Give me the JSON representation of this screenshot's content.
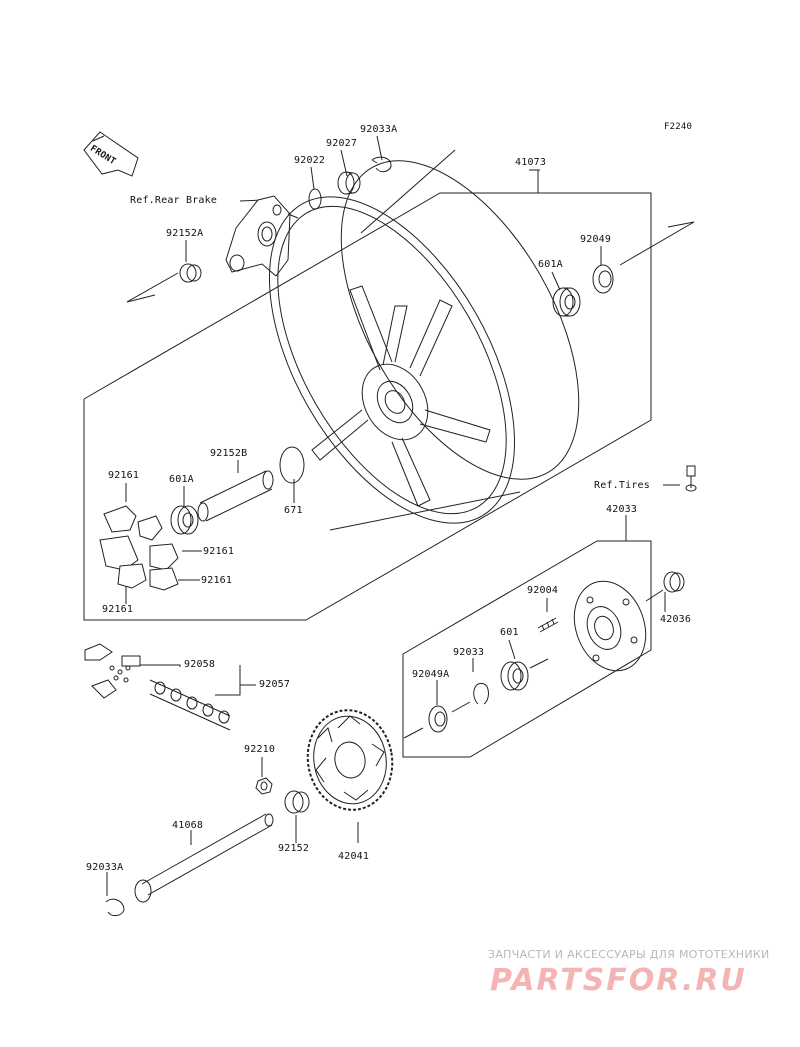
{
  "diagram": {
    "code": "F2240",
    "front_mark": "FRONT",
    "labels": {
      "p92033A_top": "92033A",
      "p92027": "92027",
      "p92022": "92022",
      "p41073": "41073",
      "ref_rear_brake": "Ref.Rear Brake",
      "p92152A": "92152A",
      "p92049": "92049",
      "p601A_right": "601A",
      "p92161_a": "92161",
      "p601A_left": "601A",
      "p92152B": "92152B",
      "p92161_b": "92161",
      "p92161_c": "92161",
      "p92161_d": "92161",
      "p671": "671",
      "ref_tires": "Ref.Tires",
      "p42033": "42033",
      "p92004": "92004",
      "p42036": "42036",
      "p92033": "92033",
      "p601": "601",
      "p92049A": "92049A",
      "p92058": "92058",
      "p92057": "92057",
      "p92210": "92210",
      "p41068": "41068",
      "p92152": "92152",
      "p42041": "42041",
      "p92033A_bottom": "92033A"
    }
  },
  "watermark": {
    "caption": "ЗАПЧАСТИ И АКСЕССУАРЫ ДЛЯ МОТОТЕХНИКИ",
    "logo": "PARTSFOR.RU",
    "color": "#f4b4b4"
  }
}
